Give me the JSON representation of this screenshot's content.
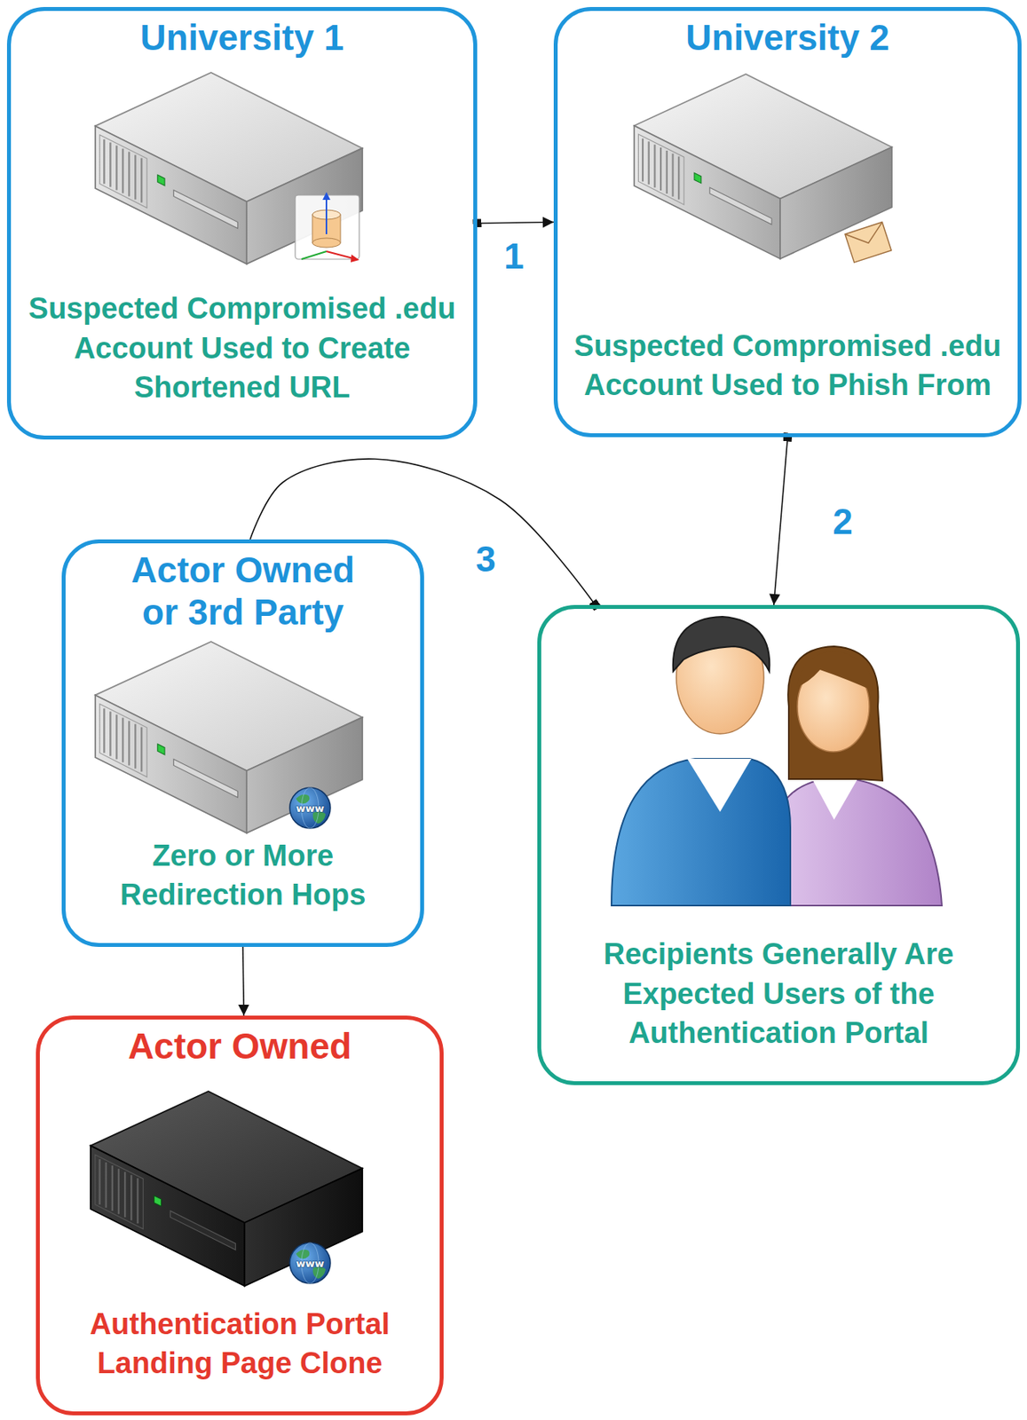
{
  "diagram": {
    "nodes": [
      {
        "text": [
          "University 1",
          "Suspected Compromised .edu Account Used to Create Shortened URL"
        ]
      },
      {
        "text": [
          "University 2",
          "Suspected Compromised .edu Account Used to Phish From"
        ]
      },
      {
        "text": [
          "Actor Owned or 3rd Party",
          "Zero or More Redirection Hops"
        ]
      },
      {
        "text": [
          "Recipients Generally Are Expected Users of the Authentication Portal"
        ]
      },
      {
        "text": [
          "Actor Owned",
          "Authentication Portal Landing Page Clone"
        ]
      }
    ],
    "edges": [
      {
        "from": 0,
        "to": 1,
        "arrow": "to",
        "label": "1"
      },
      {
        "from": 1,
        "to": 3,
        "arrow": "to",
        "label": "2"
      },
      {
        "from": 3,
        "to": 2,
        "arrow": "none",
        "label": "3"
      },
      {
        "from": 2,
        "to": 4,
        "arrow": "to"
      }
    ],
    "labels": [
      "www",
      "www"
    ]
  }
}
